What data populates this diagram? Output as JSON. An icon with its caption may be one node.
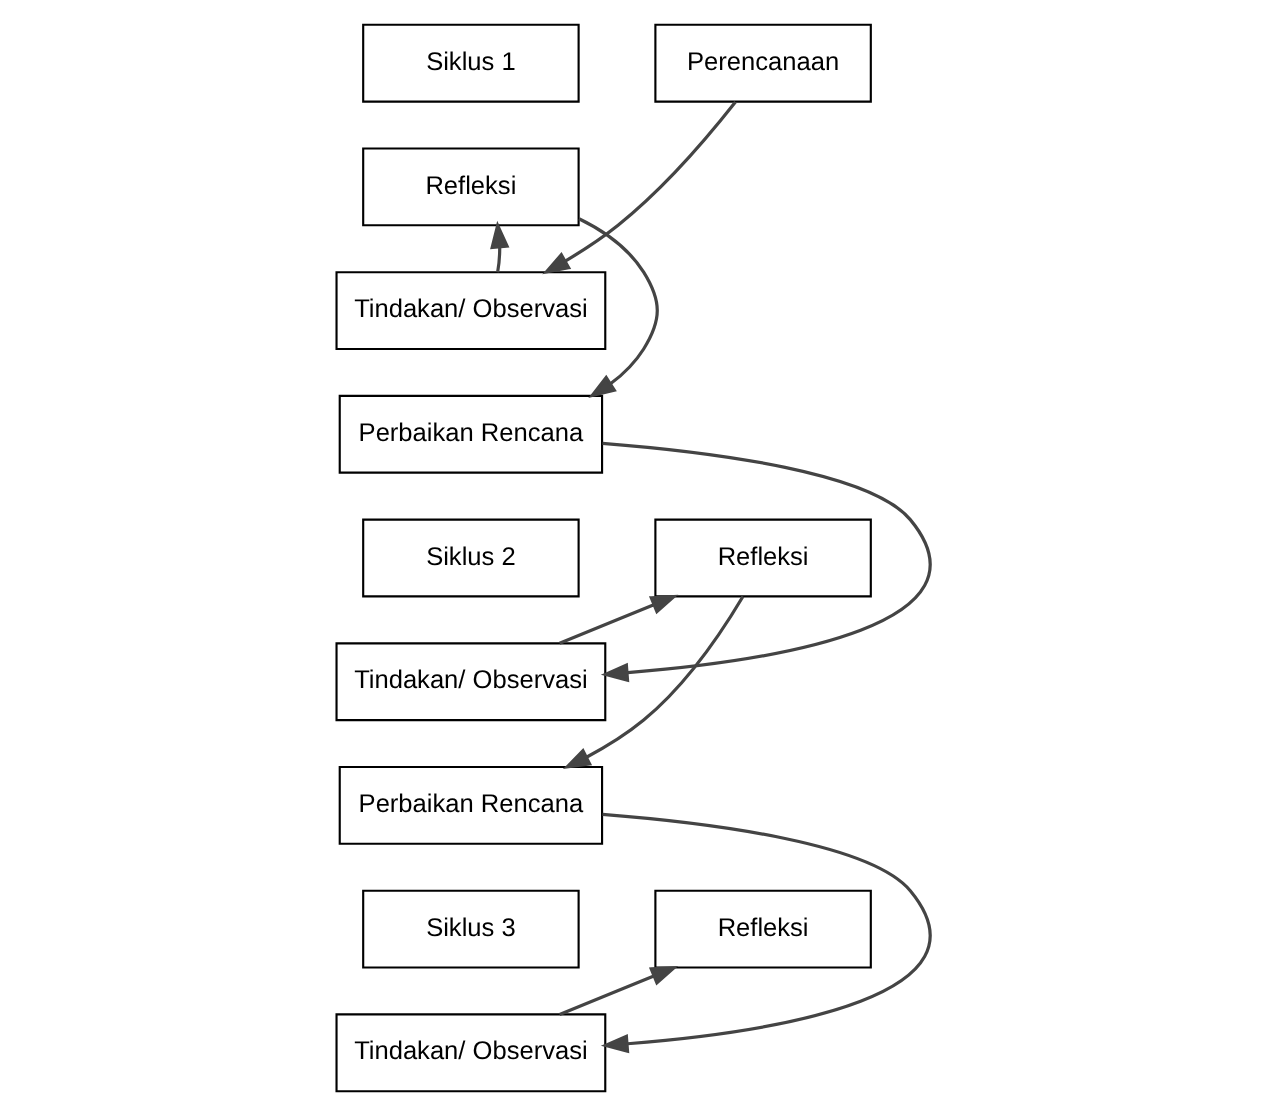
{
  "diagram": {
    "nodes": [
      {
        "text": [
          "Siklus 1"
        ]
      },
      {
        "text": [
          "Perencanaan"
        ]
      },
      {
        "text": [
          "Refleksi"
        ]
      },
      {
        "text": [
          "Tindakan/ Observasi"
        ]
      },
      {
        "text": [
          "Perbaikan Rencana"
        ]
      },
      {
        "text": [
          "Siklus 2"
        ]
      },
      {
        "text": [
          "Refleksi"
        ]
      },
      {
        "text": [
          "Tindakan/ Observasi"
        ]
      },
      {
        "text": [
          "Perbaikan Rencana"
        ]
      },
      {
        "text": [
          "Siklus 3"
        ]
      },
      {
        "text": [
          "Refleksi"
        ]
      },
      {
        "text": [
          "Tindakan/ Observasi"
        ]
      }
    ],
    "edges": [
      {
        "from": 1,
        "to": 3,
        "arrow": "to"
      },
      {
        "from": 3,
        "to": 2,
        "arrow": "to"
      },
      {
        "from": 2,
        "to": 4,
        "arrow": "to"
      },
      {
        "from": 4,
        "to": 7,
        "arrow": "to"
      },
      {
        "from": 7,
        "to": 6,
        "arrow": "to"
      },
      {
        "from": 6,
        "to": 8,
        "arrow": "to"
      },
      {
        "from": 8,
        "to": 11,
        "arrow": "to"
      },
      {
        "from": 11,
        "to": 10,
        "arrow": "to"
      }
    ]
  }
}
